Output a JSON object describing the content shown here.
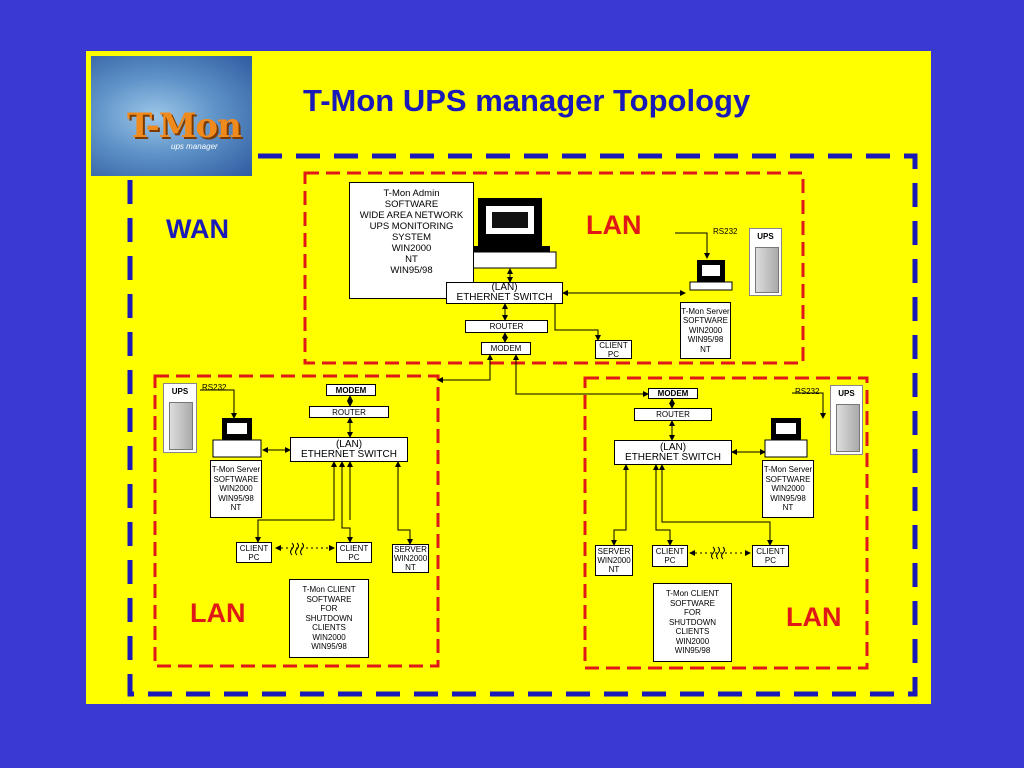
{
  "title": "T-Mon UPS manager Topology",
  "logo": {
    "word": "T-Mon",
    "sub": "ups manager"
  },
  "wan_label": "WAN",
  "lan_label": "LAN",
  "top": {
    "admin_text": "T-Mon Admin\nSOFTWARE\nWIDE AREA NETWORK\nUPS MONITORING\nSYSTEM\nWIN2000\nNT\nWIN95/98",
    "switch": "(LAN)\nETHERNET SWITCH",
    "router": "ROUTER",
    "modem": "MODEM",
    "client": "CLIENT\nPC",
    "server_text": "T-Mon Server\nSOFTWARE\nWIN2000\nWIN95/98\nNT",
    "rs232": "RS232",
    "ups": "UPS"
  },
  "left": {
    "ups": "UPS",
    "rs232": "RS232",
    "modem": "MODEM",
    "router": "ROUTER",
    "switch": "(LAN)\nETHERNET SWITCH",
    "server_text": "T-Mon Server\nSOFTWARE\nWIN2000\nWIN95/98\nNT",
    "client1": "CLIENT\nPC",
    "client2": "CLIENT\nPC",
    "server": "SERVER\nWIN2000\nNT",
    "client_sw": "T-Mon CLIENT\nSOFTWARE\nFOR\nSHUTDOWN\nCLIENTS\nWIN2000\nWIN95/98"
  },
  "right": {
    "ups": "UPS",
    "rs232": "RS232",
    "modem": "MODEM",
    "router": "ROUTER",
    "switch": "(LAN)\nETHERNET SWITCH",
    "server_text": "T-Mon Server\nSOFTWARE\nWIN2000\nWIN95/98\nNT",
    "server": "SERVER\nWIN2000\nNT",
    "client1": "CLIENT\nPC",
    "client2": "CLIENT\nPC",
    "client_sw": "T-Mon CLIENT\nSOFTWARE\nFOR\nSHUTDOWN\nCLIENTS\nWIN2000\nWIN95/98"
  },
  "colors": {
    "background": "#3a3ad2",
    "slide": "#ffff00",
    "wan_border": "#1a1ab8",
    "lan_border": "#e01818"
  }
}
